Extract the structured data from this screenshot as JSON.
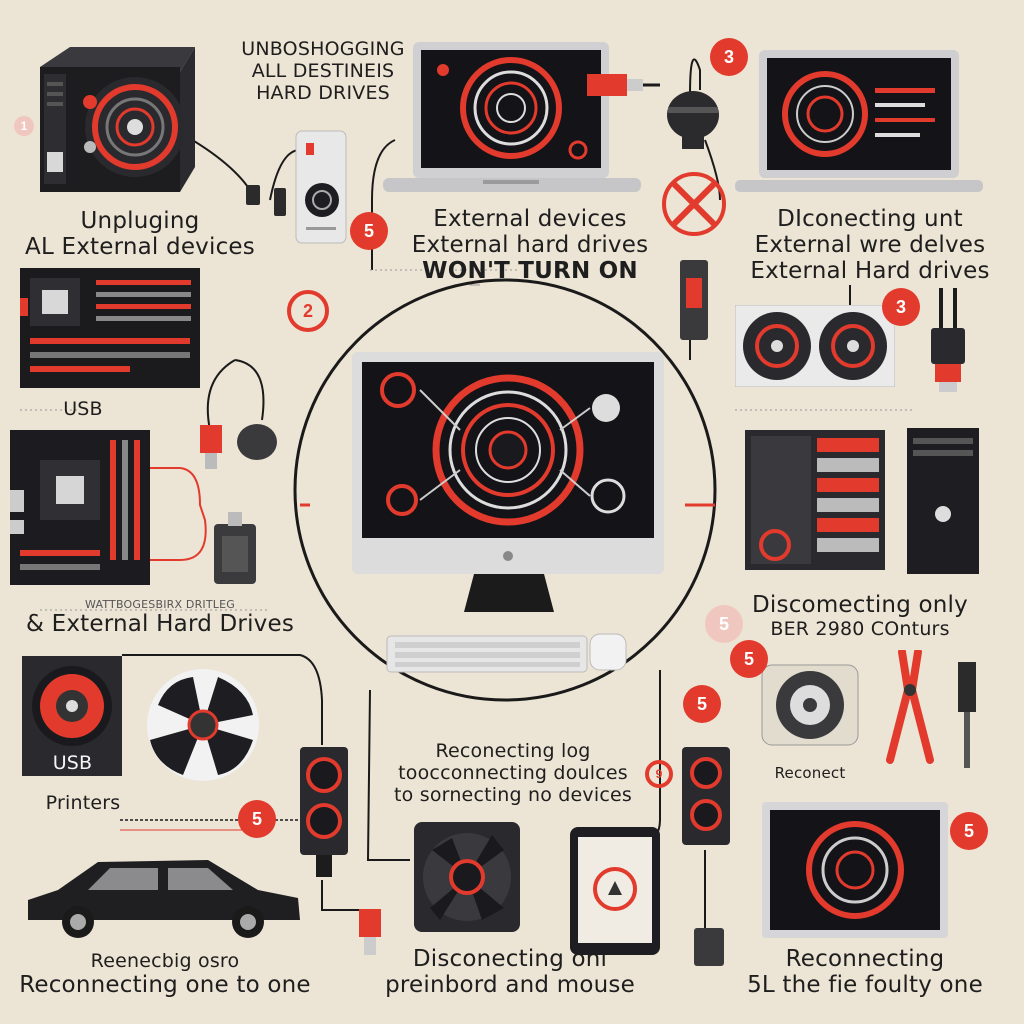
{
  "labels": {
    "top_left_title": [
      "UNBOSHOGGING",
      "ALL DESTINEIS",
      "HARD DRIVES"
    ],
    "unplugging": [
      "Unpluging",
      "AL External devices"
    ],
    "external_center": [
      "External devices",
      "External hard drives",
      "WON'T TURN ON"
    ],
    "disconnecting_top_right": [
      "DIconecting unt",
      "External wre delves",
      "External Hard drives"
    ],
    "usb_left": "USB",
    "external_hard_left": [
      "WATTBOGESBIRX DRITLEG",
      "& External Hard Drives"
    ],
    "disconnecting_only": [
      "Discomecting only",
      "BER 2980 COnturs"
    ],
    "usb_disc": "USB",
    "printers": "Printers",
    "reconnecting_mid": [
      "Reconecting log",
      "toocconnecting doulces",
      "to sornecting no devices"
    ],
    "reconnect_right": "Reconect",
    "reconnecting_bottom_left": [
      "Reenecbig osro",
      "Reconnecting one to one"
    ],
    "disconnecting_bottom": [
      "Disconecting onl",
      "preinbord and mouse"
    ],
    "reconnecting_bottom_right": [
      "Reconnecting",
      "5L the fie foulty one"
    ]
  },
  "badges": {
    "b1": "1",
    "b2": "2",
    "b3": "3",
    "b3b": "3",
    "b5a": "5",
    "b5b": "5",
    "b5c": "5",
    "b5d": "5",
    "b5e": "5",
    "b5f": "5",
    "b9": "9"
  },
  "colors": {
    "accent": "#e23a2c",
    "background": "#ece4d4",
    "device_dark": "#1f1f22",
    "screen": "#141418"
  }
}
